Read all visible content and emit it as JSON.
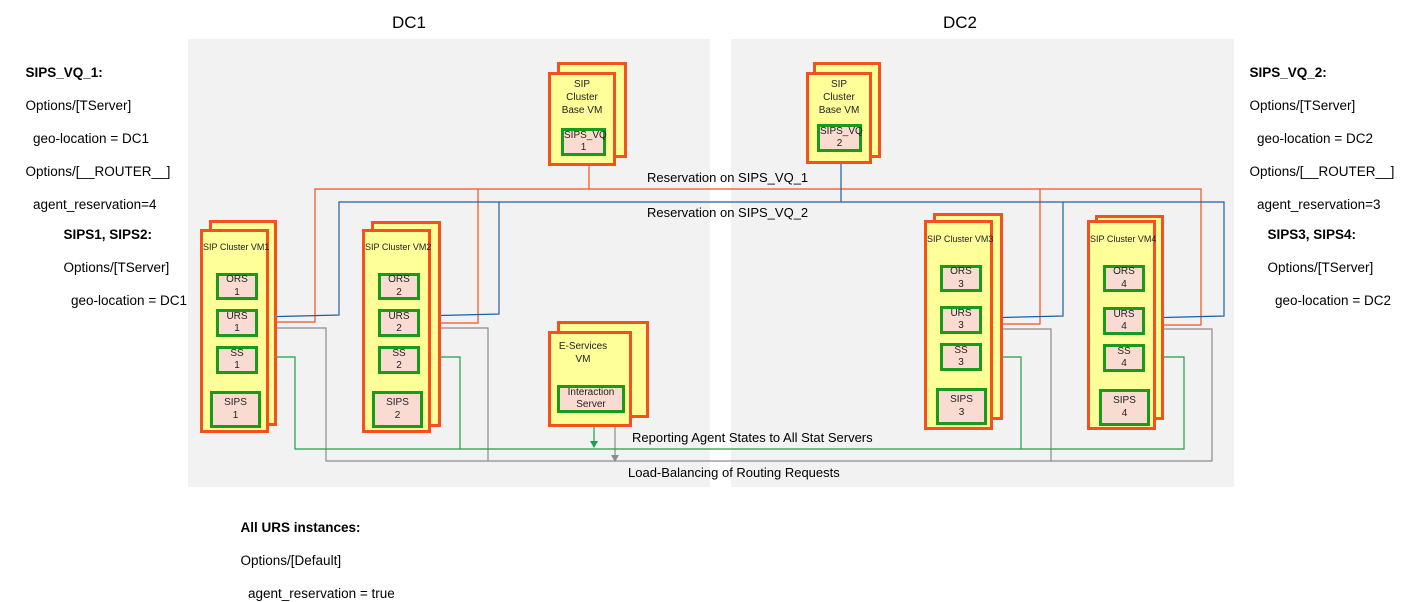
{
  "datacenters": [
    {
      "id": "dc1",
      "title": "DC1"
    },
    {
      "id": "dc2",
      "title": "DC2"
    }
  ],
  "notes": {
    "sips_vq_1": {
      "heading": "SIPS_VQ_1:",
      "lines": [
        "Options/[TServer]",
        "  geo-location = DC1",
        "Options/[__ROUTER__]",
        "  agent_reservation=4"
      ]
    },
    "sips_vq_2": {
      "heading": "SIPS_VQ_2:",
      "lines": [
        "Options/[TServer]",
        "  geo-location = DC2",
        "Options/[__ROUTER__]",
        "  agent_reservation=3"
      ]
    },
    "sips12": {
      "heading": "SIPS1, SIPS2:",
      "lines": [
        "Options/[TServer]",
        "  geo-location = DC1"
      ]
    },
    "sips34": {
      "heading": "SIPS3, SIPS4:",
      "lines": [
        "Options/[TServer]",
        "  geo-location = DC2"
      ]
    },
    "urs_all": {
      "heading": "All URS instances:",
      "lines": [
        "Options/[Default]",
        "  agent_reservation = true"
      ]
    }
  },
  "base_vms": [
    {
      "title": "SIP\nCluster\nBase VM",
      "component": {
        "name": "SIPS_VQ",
        "index": "1"
      }
    },
    {
      "title": "SIP\nCluster\nBase VM",
      "component": {
        "name": "SIPS_VQ",
        "index": "2"
      }
    }
  ],
  "cluster_vms": [
    {
      "title": "SIP Cluster VM1",
      "components": [
        {
          "name": "ORS",
          "index": "1"
        },
        {
          "name": "URS",
          "index": "1"
        },
        {
          "name": "SS",
          "index": "1"
        },
        {
          "name": "SIPS",
          "index": "1"
        }
      ]
    },
    {
      "title": "SIP Cluster VM2",
      "components": [
        {
          "name": "ORS",
          "index": "2"
        },
        {
          "name": "URS",
          "index": "2"
        },
        {
          "name": "SS",
          "index": "2"
        },
        {
          "name": "SIPS",
          "index": "2"
        }
      ]
    },
    {
      "title": "SIP Cluster VM3",
      "components": [
        {
          "name": "ORS",
          "index": "3"
        },
        {
          "name": "URS",
          "index": "3"
        },
        {
          "name": "SS",
          "index": "3"
        },
        {
          "name": "SIPS",
          "index": "3"
        }
      ]
    },
    {
      "title": "SIP Cluster VM4",
      "components": [
        {
          "name": "ORS",
          "index": "4"
        },
        {
          "name": "URS",
          "index": "4"
        },
        {
          "name": "SS",
          "index": "4"
        },
        {
          "name": "SIPS",
          "index": "4"
        }
      ]
    }
  ],
  "eservices_vm": {
    "title": "E-Services\nVM",
    "component": {
      "name": "Interaction",
      "index": "Server"
    }
  },
  "connections": {
    "reservation_vq1": "Reservation on SIPS_VQ_1",
    "reservation_vq2": "Reservation on SIPS_VQ_2",
    "reporting": "Reporting Agent States to All Stat Servers",
    "load_balancing": "Load-Balancing of Routing Requests"
  },
  "colors": {
    "dc_background": "#f2f2f2",
    "vm_fill": "#ffff99",
    "vm_border": "#f4511e",
    "component_fill": "#fadbd2",
    "component_border": "#1a9a1a",
    "reservation_vq1_line": "#f4511e",
    "reservation_vq2_line": "#1f5f9f",
    "reporting_line": "#1aa34a",
    "load_balancing_line": "#8c8c8c"
  }
}
